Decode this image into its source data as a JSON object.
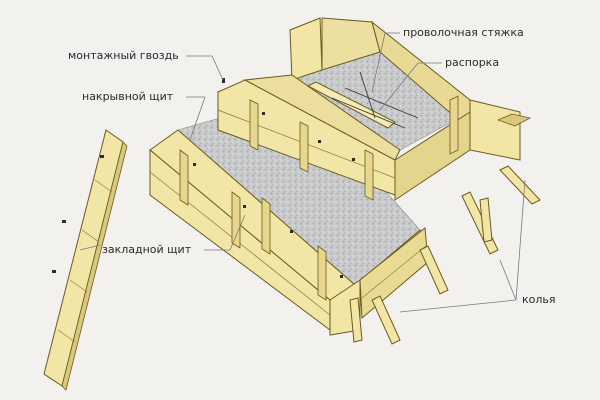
{
  "labels": {
    "wire_tie": "проволочная стяжка",
    "spacer": "распорка",
    "mounting_nail": "монтажный гвоздь",
    "cover_panel": "накрывной щит",
    "embedded_panel": "закладной щит",
    "stakes": "колья"
  },
  "colors": {
    "wood": "#f2e6a6",
    "wood_dark": "#d9c87c",
    "wood_edge": "#6b5a1e",
    "concrete": "#c8cacb",
    "leader": "#7a7a7a",
    "background": "#f3f1ee"
  }
}
